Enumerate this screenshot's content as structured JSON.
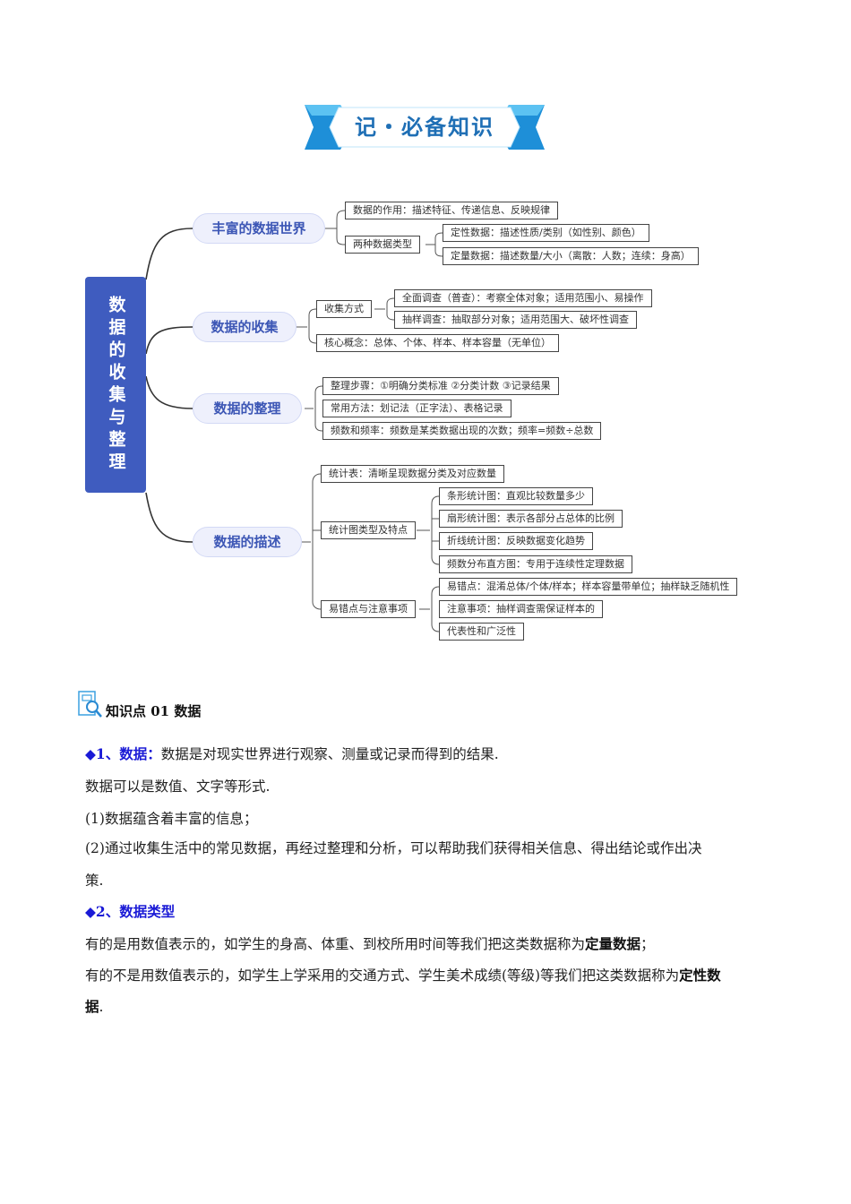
{
  "banner": {
    "title": "记・必备知识"
  },
  "mindmap": {
    "root": "数据的收集与整理",
    "topics": [
      {
        "label": "丰富的数据世界",
        "children": [
          {
            "label": "数据的作用：描述特征、传递信息、反映规律"
          },
          {
            "label": "两种数据类型",
            "children": [
              {
                "label": "定性数据：描述性质/类别（如性别、颜色）"
              },
              {
                "label": "定量数据：描述数量/大小（离散：人数；连续：身高）"
              }
            ]
          }
        ]
      },
      {
        "label": "数据的收集",
        "children": [
          {
            "label": "收集方式",
            "children": [
              {
                "label": "全面调查（普查）：考察全体对象；适用范围小、易操作"
              },
              {
                "label": "抽样调查：抽取部分对象；适用范围大、破坏性调查"
              }
            ]
          },
          {
            "label": "核心概念：总体、个体、样本、样本容量（无单位）"
          }
        ]
      },
      {
        "label": "数据的整理",
        "children": [
          {
            "label": "整理步骤：①明确分类标准 ②分类计数 ③记录结果"
          },
          {
            "label": "常用方法：划记法（正字法）、表格记录"
          },
          {
            "label": "频数和频率：频数是某类数据出现的次数；频率=频数÷总数"
          }
        ]
      },
      {
        "label": "数据的描述",
        "children": [
          {
            "label": "统计表：清晰呈现数据分类及对应数量"
          },
          {
            "label": "统计图类型及特点",
            "children": [
              {
                "label": "条形统计图：直观比较数量多少"
              },
              {
                "label": "扇形统计图：表示各部分占总体的比例"
              },
              {
                "label": "折线统计图：反映数据变化趋势"
              },
              {
                "label": "频数分布直方图：专用于连续性定理数据"
              }
            ]
          },
          {
            "label": "易错点与注意事项",
            "children": [
              {
                "label": "易错点：混淆总体/个体/样本；样本容量带单位；抽样缺乏随机性"
              },
              {
                "label": "注意事项：抽样调查需保证样本的"
              },
              {
                "label": "代表性和广泛性"
              }
            ]
          }
        ]
      }
    ]
  },
  "section": {
    "icon": "magnifier-document-icon",
    "title": "知识点 01  数据",
    "item1": {
      "marker": "◆1、数据：",
      "text": "数据是对现实世界进行观察、测量或记录而得到的结果."
    },
    "line2": "数据可以是数值、文字等形式.",
    "line3": "(1)数据蕴含着丰富的信息；",
    "line4": "(2)通过收集生活中的常见数据，再经过整理和分析，可以帮助我们获得相关信息、得出结论或作出决",
    "line5": "策.",
    "item2": {
      "marker": "◆2、数据类型"
    },
    "line6_pre": "有的是用数值表示的，如学生的身高、体重、到校所用时间等我们把这类数据称为",
    "line6_bold": "定量数据",
    "line6_post": "；",
    "line7_pre": "有的不是用数值表示的，如学生上学采用的交通方式、学生美术成绩(等级)等我们把这类数据称为",
    "line7_bold": "定性数",
    "line8_bold": "据",
    "line8_post": "."
  },
  "colors": {
    "root_bg": "#3f5cbf",
    "topic_bg": "#eef0fc",
    "topic_text": "#3c56b5",
    "banner_blue": "#1f8ad6",
    "marker_blue": "#1a1ad6"
  }
}
